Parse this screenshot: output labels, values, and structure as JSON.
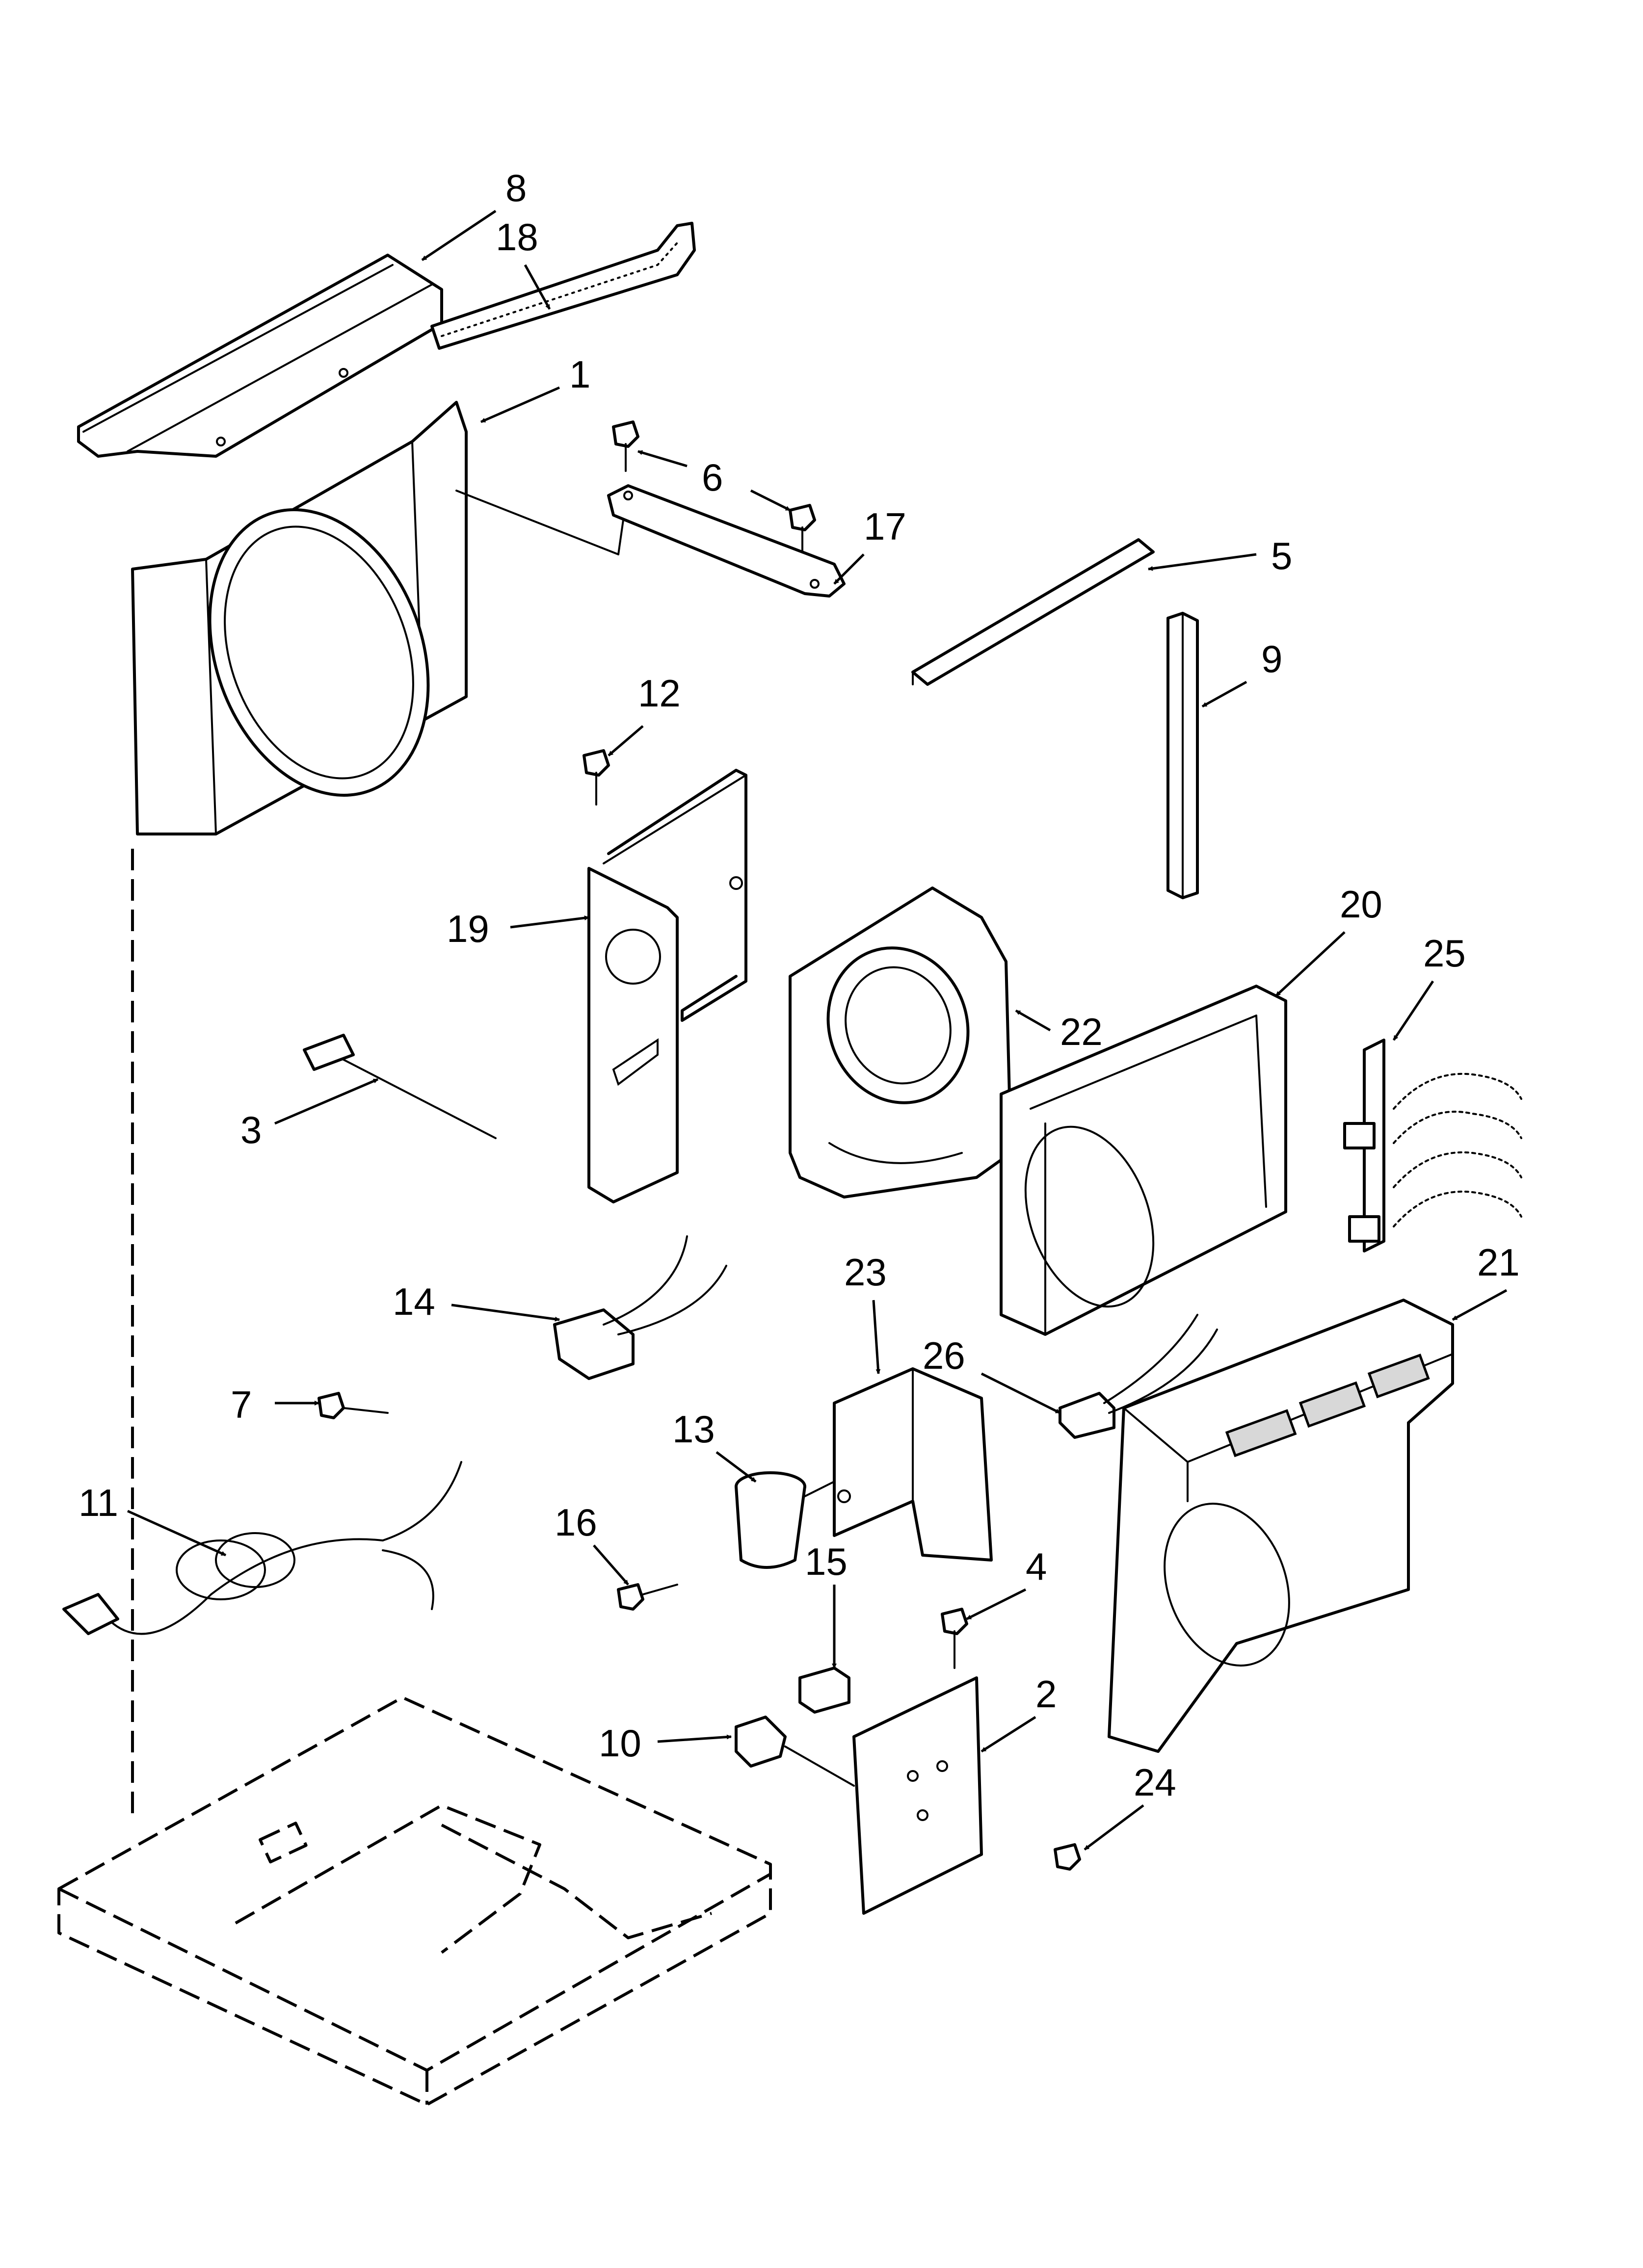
{
  "callouts": [
    {
      "id": "c8",
      "text": "8"
    },
    {
      "id": "c18",
      "text": "18"
    },
    {
      "id": "c1",
      "text": "1"
    },
    {
      "id": "c6",
      "text": "6"
    },
    {
      "id": "c17",
      "text": "17"
    },
    {
      "id": "c5",
      "text": "5"
    },
    {
      "id": "c9",
      "text": "9"
    },
    {
      "id": "c12",
      "text": "12"
    },
    {
      "id": "c19",
      "text": "19"
    },
    {
      "id": "c22",
      "text": "22"
    },
    {
      "id": "c20",
      "text": "20"
    },
    {
      "id": "c25",
      "text": "25"
    },
    {
      "id": "c3",
      "text": "3"
    },
    {
      "id": "c14",
      "text": "14"
    },
    {
      "id": "c23",
      "text": "23"
    },
    {
      "id": "c21",
      "text": "21"
    },
    {
      "id": "c7",
      "text": "7"
    },
    {
      "id": "c13",
      "text": "13"
    },
    {
      "id": "c26",
      "text": "26"
    },
    {
      "id": "c11",
      "text": "11"
    },
    {
      "id": "c16",
      "text": "16"
    },
    {
      "id": "c15",
      "text": "15"
    },
    {
      "id": "c4",
      "text": "4"
    },
    {
      "id": "c2",
      "text": "2"
    },
    {
      "id": "c10",
      "text": "10"
    },
    {
      "id": "c24",
      "text": "24"
    }
  ]
}
